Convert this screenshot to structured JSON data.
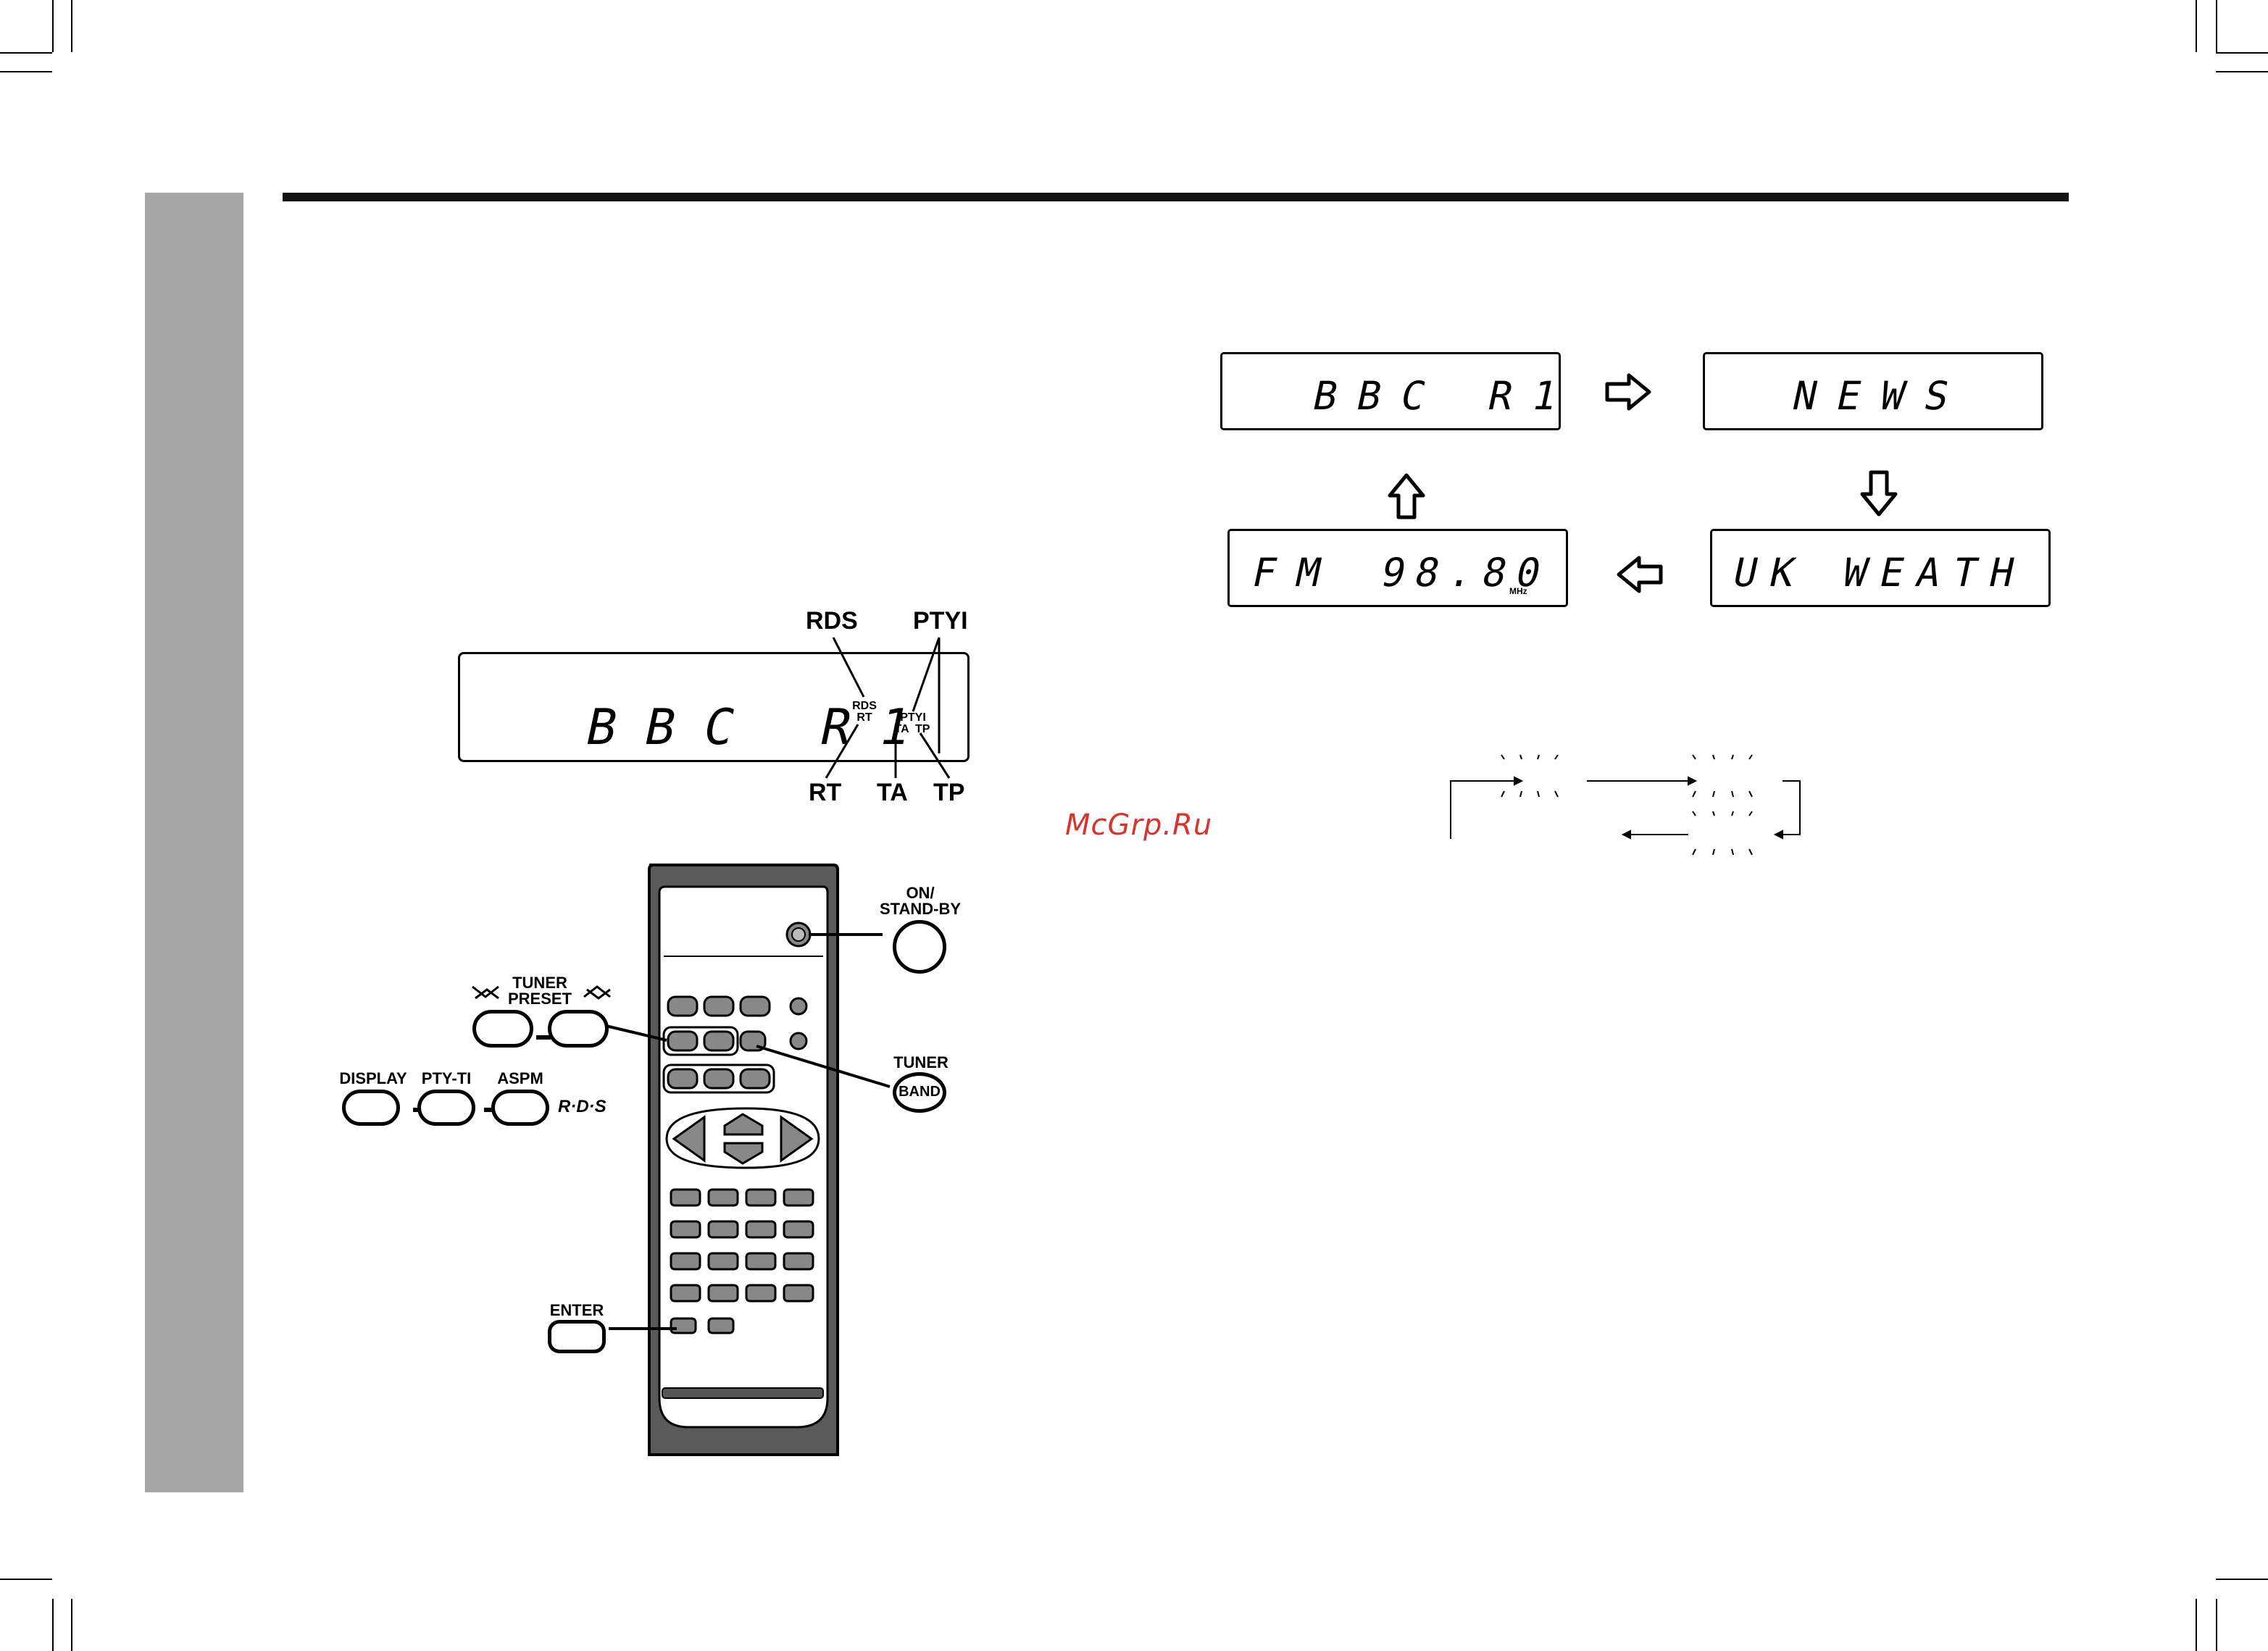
{
  "displays": {
    "main": "BBC R1",
    "seq_1": "BBC R1",
    "seq_2": "NEWS",
    "seq_3": "UK WEATH",
    "seq_4_band": "FM",
    "seq_4_freq": "98.80",
    "seq_4_unit": "MHz"
  },
  "indicators": {
    "rds": "RDS",
    "pty": "PTYI",
    "rt": "RT",
    "ta": "TA",
    "tp": "TP",
    "small_rds": "RDS",
    "small_rt": "RT",
    "small_pty": "PTYI",
    "small_ta_tp": "TA  TP"
  },
  "remote_labels": {
    "on_standby": "ON/\nSTAND-BY",
    "tuner_preset": "TUNER\nPRESET",
    "display": "DISPLAY",
    "pty_ti": "PTY-TI",
    "aspm": "ASPM",
    "rds_logo": "R·D·S",
    "tuner": "TUNER",
    "band": "BAND",
    "enter": "ENTER"
  },
  "watermark": "McGrp.Ru"
}
